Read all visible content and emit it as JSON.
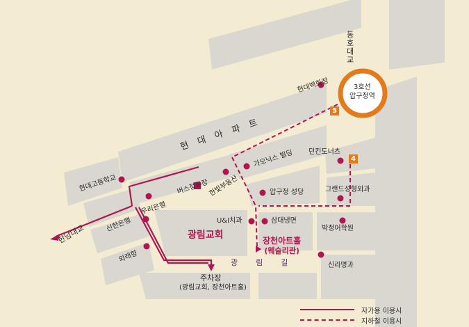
{
  "station": {
    "line1": "3호선",
    "line2": "압구정역",
    "ring_color": "#e37a1b"
  },
  "exits": [
    "5",
    "4"
  ],
  "roads": {
    "apartment": "현대아파트",
    "gwangrim_road": "광림길",
    "dongho_bridge": "동호대교",
    "hannam_bridge": "한남대교"
  },
  "landmarks": {
    "hyundai_dept": "현대백화점",
    "galleria": "가오닉스 빌딩",
    "dunkin": "던킨도너츠",
    "hyundai_high": "현대고등학교",
    "bus_stop": "버스정류장",
    "hanbit_realty": "한빛부동산",
    "woori_bank": "우리은행",
    "apgujeong_church": "압구정 성당",
    "grandsurgery": "그랜드성형외과",
    "shinhan_bank": "신한은행",
    "uni_dental": "U&I치과",
    "samdae": "삼대냉면",
    "park_academy": "박정어학원",
    "oeraehyang": "외래향",
    "silla_bakery": "신라명과",
    "parking": "주차장",
    "parking_sub": "(광림교회, 장천아트홀)",
    "gwangrim_church": "광림교회",
    "art_hall": "장천아트홀",
    "art_hall_sub": "(웨슬리관)"
  },
  "legend": {
    "car": "자가용 이용시",
    "subway": "지하철 이용시"
  },
  "colors": {
    "route": "#b0154f",
    "block": "#d9d7cf",
    "background": "#f3ecd2",
    "marker": "#b0154f"
  }
}
